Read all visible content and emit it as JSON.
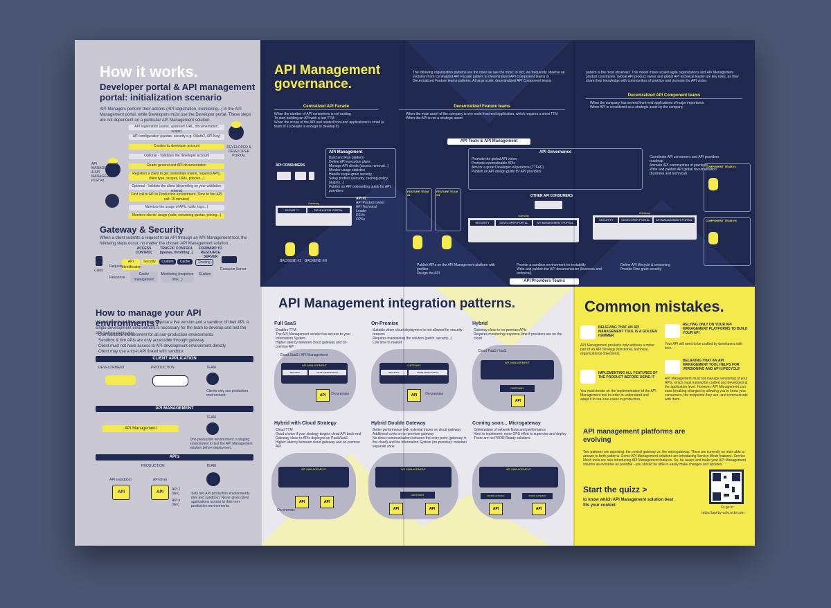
{
  "how": {
    "title": "How it works.",
    "subtitle": "Developer portal & API management portal: initialization scenario",
    "intro": "API Managers perform their actions (API registration, monitoring...) in the API Management portal, while Developers must use the Developer portal. These steps are not dependent on a particular API Management solution.",
    "left_actor": "API MANAGER & API MANAGEMENT PORTAL",
    "right_actor": "DEVELOPER & DEVELOPER PORTAL",
    "steps": [
      "API registration (name, upstream URL, documentation, scope)",
      "API configuration (quotas, security e.g. OAuth2, API Key)",
      "Creates its developer account",
      "Optional - Validates the developer account",
      "Reads general and API documentation",
      "Registers a client to get credentials (name, required APIs, client type, scopes, URIs, policies...)",
      "Optional - Validate the client (depending on your validation criteria)",
      "First call to API in Production environment (Time to first API call: 15 minutes)",
      "Monitors the usage of APIs (calls, logs...)",
      "Monitors clients' usage (calls, remaining quotas, pricing...)"
    ]
  },
  "gateway": {
    "title": "Gateway & Security",
    "intro": "When a client submits a request to an API through an API Management tool, the following steps occur, no matter the chosen API Management solution.",
    "col_access": "ACCESS CONTROL",
    "col_traffic": "TRAFFIC CONTROL (quotas, throttling...)",
    "col_forward": "FORWARD TO RESOURCE SERVER",
    "chain": [
      "API identification",
      "Security",
      "Custom",
      "Cache",
      "Routing"
    ],
    "back_chain": [
      "Cache management",
      "Monitoring (response time...)",
      "Custom"
    ],
    "client": "Client",
    "resource": "Resource Server",
    "request": "Request",
    "response": "Response"
  },
  "envs": {
    "title": "How to manage your API environments?",
    "intro": "We believe that API teams must expose a live version and a sandbox of their API. A single development environment is necessary for the team to develop and test the API before deploying.",
    "rules": [
      "One sandbox environment for all non-production environments",
      "Sandbox & live APIs are only accessible through gateway",
      "Client must not have access to API development environment directly",
      "Client may use a try-it API linked with sandbox"
    ],
    "client_app": "CLIENT APPLICATION",
    "development": "DEVELOPMENT",
    "production": "PRODUCTION",
    "team": "TEAM",
    "team_note1": "Clients only see production environment",
    "api_mgmt": "API MANAGEMENT",
    "api_mgmt_box": "API Management",
    "team_note2": "One production environment: a staging environment to test the API Management solution before deployment",
    "apis": "API's",
    "api_sandbox": "API (sandbox)",
    "api_live": "API (live)",
    "api2": "API 2 (live)",
    "api_n": "API n (live)",
    "api_label": "API",
    "team_note3": "Sets two API production environments (live and sandbox). Never gives client applications access to their non-production environments"
  },
  "gov": {
    "title": "API Management governance.",
    "intro": "The following organization patterns are the ones we see the most. In fact, we frequently observe an evolution from Centralized API Facade pattern to Decentralized API Component teams or Decentralized Feature teams patterns. At large scale, decentralized API Component teams",
    "intro_right": "pattern is the most observed. This model mixes scaled agile organizations and API Management product constraints. Global API product owner and global API technical leader are key roles, as they share their knowledge with communities of practice and promote the API vision.",
    "col1": "Centralized API Facade",
    "col2": "Decentralized Feature teams",
    "col3": "Decentralized API Component teams",
    "col1_bullets": [
      "When the number of API consumers is not scaling",
      "To start building an API with a fast TTM",
      "When the scope of the API and related front-end applications is small (a team of 10 people is enough to develop it)"
    ],
    "col2_bullets": [
      "When the main asset of the company is one main front-end application, which requires a short TTM",
      "When the API is not a strategic asset"
    ],
    "col3_bullets": [
      "When the company has several front-end applications of major importance",
      "When API is considered as a strategic asset by the company"
    ],
    "api_team": "API Team & API Management",
    "api_mgmt": "API Management",
    "api_mgmt_items": [
      "Build and Run platform",
      "Define API execution plans",
      "Manage API clients (access removal...)",
      "Monitor usage statistics",
      "Handle scope-grain security",
      "Setup profiles (security, caching-policy, plugins...)",
      "Publish an API onboarding guide for API providers"
    ],
    "api_governance": "API Governance",
    "governance_left": [
      "Promote the global API vision",
      "Promote externalisable APIs",
      "Aim for a great Developer eXperience (TTFAC)",
      "Publish an API design guide for API providers"
    ],
    "governance_right": [
      "Coordinate API consumers and API providers roadmap",
      "Animate API communities of practices",
      "Write and publish API global documentation (business and technical)"
    ],
    "api_consumers": "API CONSUMERS",
    "other_consumers": "OTHER API CONSUMERS",
    "feature_team1": "FEATURE TEAM #1",
    "feature_teamn": "FEATURE TEAM #N",
    "component_team1": "COMPONENT TEAM #1",
    "component_teamn": "COMPONENT TEAM #N",
    "api1": "API #1",
    "apin": "API #N",
    "backend1": "BACKEND #1",
    "backendn": "BACKEND #N",
    "gateway": "Gateway",
    "security": "SECURITY",
    "dev_portal": "DEVELOPER PORTAL",
    "mgmt_portal": "API MANAGEMENT PORTAL",
    "team_roles": [
      "API Product owner",
      "API Technical Leader",
      "DEVs",
      "OPSs"
    ],
    "providers_items_left": [
      "Publish APIs on the API Management platform with profiles",
      "Design the API"
    ],
    "providers_items_mid": [
      "Provide a sandbox environment for testability",
      "Write and publish the API documentation (business and technical)"
    ],
    "providers_items_right": [
      "Define API lifecycle & versioning",
      "Provide Fine grain security"
    ],
    "providers_team": "API Providers Teams"
  },
  "int": {
    "title": "API Management integration patterns.",
    "patterns": [
      {
        "name": "Full SaaS",
        "notes": [
          "Enables TTM",
          "The API Management vendor has access to your Information System",
          "Higher latency between cloud gateway and on-premise API"
        ]
      },
      {
        "name": "On-Premise",
        "notes": [
          "Suitable when cloud deployment is not allowed for security reasons",
          "Requires maintaining the solution (patch, security...)",
          "Low time to market"
        ]
      },
      {
        "name": "Hybrid",
        "notes": [
          "Gateway close to on-premise APIs",
          "Requires monitoring response time if providers are on the cloud"
        ]
      },
      {
        "name": "Hybrid with Cloud Strategy",
        "notes": [
          "Cloud TTM",
          "Good choice if your strategy targets cloud API back-end",
          "Gateway close to APIs deployed on PaaS/IaaS",
          "Higher latency between cloud gateway and on-premise API"
        ]
      },
      {
        "name": "Hybrid Double Gateway",
        "notes": [
          "Better performance with external traces on cloud gateway",
          "Additional costs on on-premise gateway",
          "No direct communication between the entry point (gateway in the cloud) and the Information System (on-premise): maintain separate zone"
        ]
      },
      {
        "name": "Coming soon... Microgateway",
        "notes": [
          "Optimization of network flows and performance",
          "Hard to implement: more OPS effort to supervise and deploy",
          "There are no PROD-Ready solutions"
        ]
      }
    ],
    "cloud_label": "Cloud SaaS / API Management",
    "iaas_label": "Cloud PaaS / IaaS",
    "onprem": "On-premise",
    "api_mgmt": "API MANAGEMENT",
    "security": "SECURITY",
    "dev_portal": "DEVELOPER PORTAL",
    "mgmt_portal": "API MANAGEMENT PORTAL",
    "gateway": "GATEWAY",
    "api": "API",
    "micro_gateway": "MICRO GATEWAY"
  },
  "mis": {
    "title": "Common mistakes.",
    "m1_title": "BELIEVING THAT AN API MANAGEMENT TOOL IS A GOLDEN HAMMER",
    "m1_text": "API Management products only address a minor part of an API Strategy (functional, technical, organizational objectives).",
    "m2_title": "RELYING ONLY ON YOUR API MANAGEMENT PLATFORMS TO BUILD YOUR API",
    "m2_text": "Your API will need to be crafted by developers with love.",
    "m3_title": "IMPLEMENTING ALL FEATURES OF THE PRODUCT BEFORE USING IT",
    "m3_text": "You must iterate on the implementation of the API Management tool in order to understand and adapt it to real use-cases in production.",
    "m4_title": "BELIEVING THAT AN API MANAGEMENT TOOL HELPS FOR VERSIONING AND API LIFECYCLE",
    "m4_text": "API Management must not manage versioning of your APIs, which must instead be crafted and developed at the application level. However, API Management can ease breaking changes by allowing you to know your consumers, the endpoints they use, and communicate with them.",
    "evolving_title": "API management platforms are evolving",
    "evolving_text": "Two patterns are opposing: the central gateway vs. the microgateway. There are currently no tools able to answer to both patterns. Some API Management solutions are introducing Service Mesh features. Service Mesh tools are also introducing API Management features. So, be aware and make your API Management solution as evolutive as possible - you should be able to easily make changes and updates.",
    "quiz_title": "Start the quizz >",
    "quiz_sub": "to know which API Management solution best fits your context.",
    "or_go": "Or go to",
    "url": "https://api-by-octo.octo.com"
  },
  "colors": {
    "navy": "#1f2950",
    "yellow": "#f4ea4e",
    "lavender": "#c9c8d3",
    "background": "#4a5573"
  }
}
